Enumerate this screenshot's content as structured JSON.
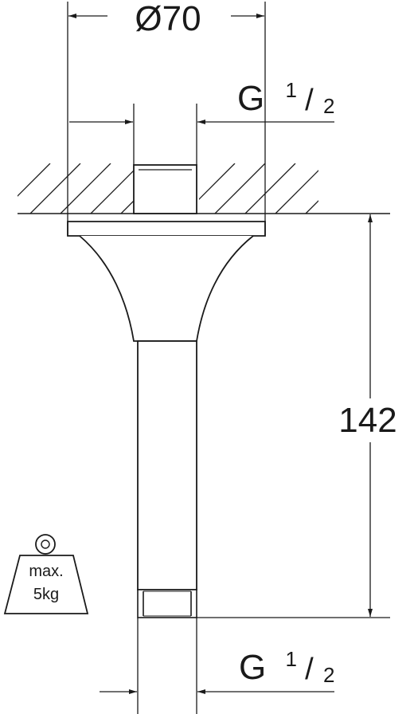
{
  "dimensions": {
    "diameter": "Ø70",
    "height": "142",
    "thread_top": {
      "letter": "G",
      "num": "1",
      "den": "2"
    },
    "thread_bottom": {
      "letter": "G",
      "num": "1",
      "den": "2"
    }
  },
  "weight_badge": {
    "line1": "max.",
    "line2": "5kg"
  }
}
